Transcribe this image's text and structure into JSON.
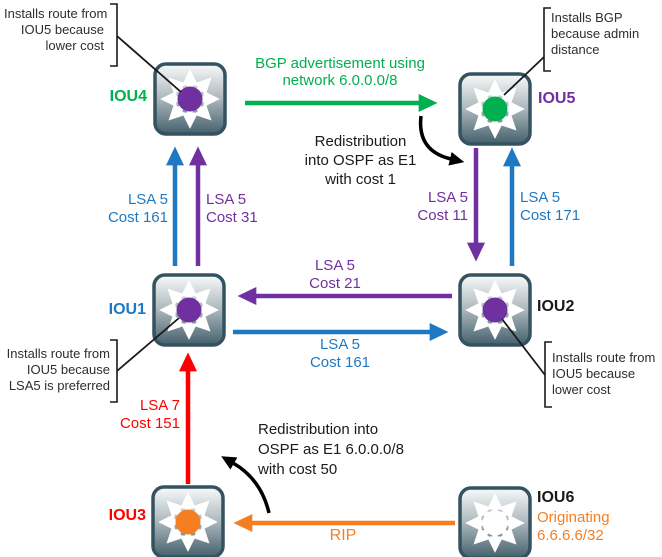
{
  "colors": {
    "green": "#00B050",
    "purple": "#7030A0",
    "blue": "#1E79C2",
    "red": "#FF0000",
    "orange": "#F57E20",
    "black": "#1A1A1A"
  },
  "routers": {
    "iou4": {
      "label": "IOU4",
      "label_color": "#00B050",
      "dot_color": "#7030A0"
    },
    "iou5": {
      "label": "IOU5",
      "label_color": "#7030A0",
      "dot_color": "#00B050"
    },
    "iou1": {
      "label": "IOU1",
      "label_color": "#1E79C2",
      "dot_color": "#7030A0"
    },
    "iou2": {
      "label": "IOU2",
      "label_color": "#1A1A1A",
      "dot_color": "#7030A0"
    },
    "iou3": {
      "label": "IOU3",
      "label_color": "#FF0000",
      "dot_color": "#F57E20"
    },
    "iou6": {
      "label": "IOU6",
      "label_color": "#1A1A1A",
      "dot_color": "#FFFFFF",
      "note_line1": "Originating",
      "note_line2": "6.6.6.6/32"
    }
  },
  "links": {
    "bgp_advertisement": {
      "line1": "BGP advertisement using",
      "line2": "network 6.0.0.0/8"
    },
    "iou1_to_iou4_blue": {
      "line1": "LSA 5",
      "line2": "Cost 161"
    },
    "iou1_to_iou4_purple": {
      "line1": "LSA 5",
      "line2": "Cost 31"
    },
    "iou5_to_iou2_purple": {
      "line1": "LSA 5",
      "line2": "Cost 11"
    },
    "iou2_to_iou5_blue": {
      "line1": "LSA 5",
      "line2": "Cost 171"
    },
    "iou2_to_iou1_purple": {
      "line1": "LSA 5",
      "line2": "Cost 21"
    },
    "iou1_to_iou2_blue": {
      "line1": "LSA 5",
      "line2": "Cost 161"
    },
    "iou3_to_iou1_red": {
      "line1": "LSA 7",
      "line2": "Cost 151"
    },
    "iou6_to_iou3_rip": {
      "label": "RIP"
    }
  },
  "notes": {
    "redistribution_top": {
      "line1": "Redistribution",
      "line2": "into OSPF as E1",
      "line3": "with cost 1"
    },
    "redistribution_bottom": {
      "line1": "Redistribution into",
      "line2": "OSPF as E1 6.0.0.0/8",
      "line3": "with cost 50"
    }
  },
  "annotations": {
    "iou4_note": {
      "line1": "Installs route from",
      "line2": "IOU5 because",
      "line3": "lower cost"
    },
    "iou5_note": {
      "line1": "Installs BGP",
      "line2": "because admin",
      "line3": "distance"
    },
    "iou1_note": {
      "line1": "Installs route from",
      "line2": "IOU5 because",
      "line3": "LSA5 is preferred"
    },
    "iou2_note": {
      "line1": "Installs route from",
      "line2": "IOU5 because",
      "line3": "lower cost"
    }
  }
}
